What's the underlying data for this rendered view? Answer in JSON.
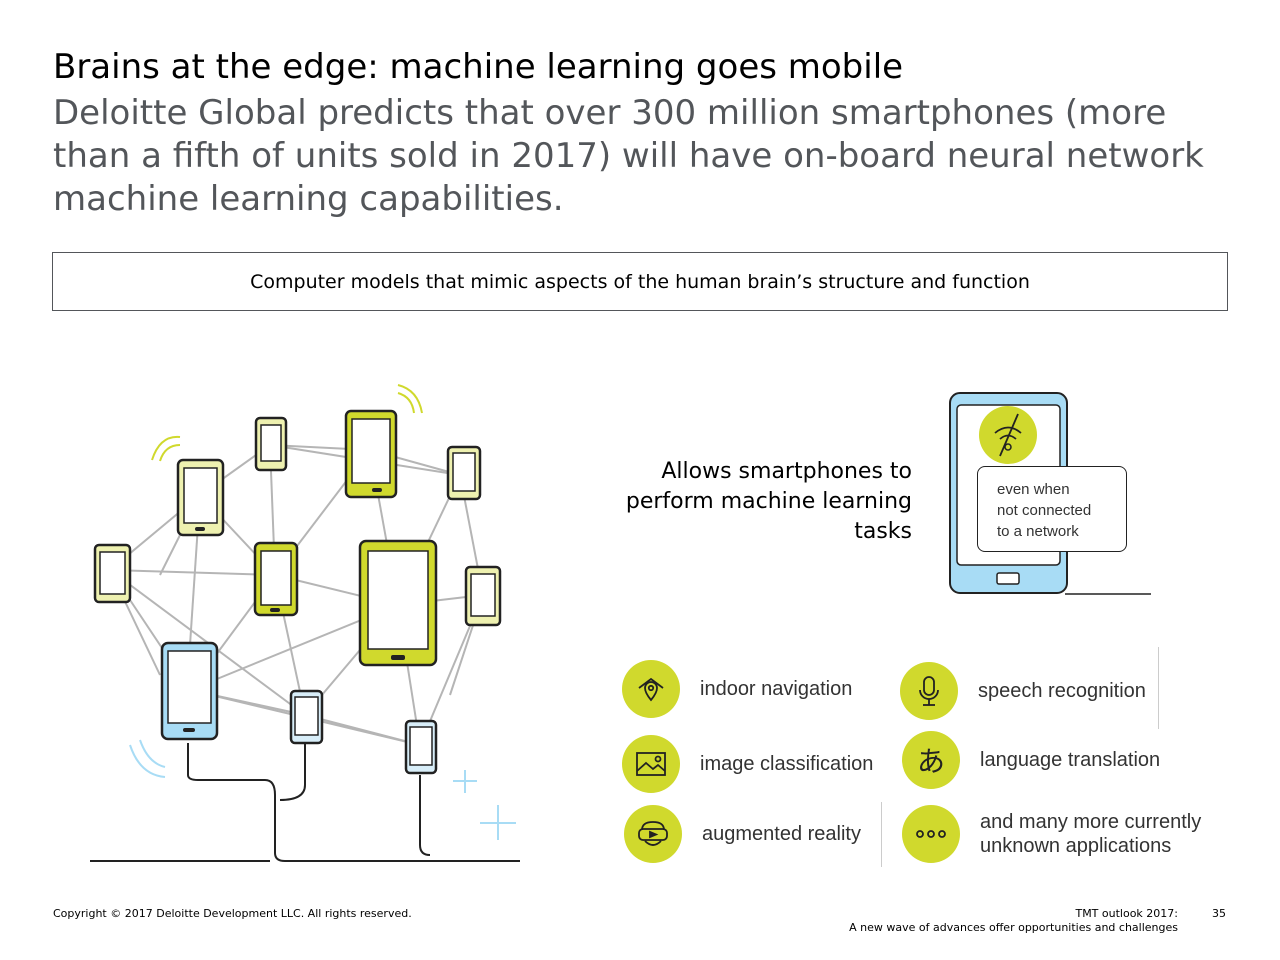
{
  "header": {
    "title": "Brains at the edge: machine learning goes mobile",
    "subtitle": "Deloitte Global predicts that over 300 million smartphones (more than a fifth of units sold in 2017) will have on-board neural network machine learning capabilities."
  },
  "definition": "Computer models that mimic aspects of the human brain’s structure and function",
  "allows": "Allows smartphones to perform machine learning tasks",
  "phone_bubble": {
    "line1": "even when",
    "line2": "not connected",
    "line3": "to a network"
  },
  "applications": [
    {
      "label": "indoor navigation",
      "icon": "location-pin-icon"
    },
    {
      "label": "speech recognition",
      "icon": "microphone-icon"
    },
    {
      "label": "image classification",
      "icon": "image-icon"
    },
    {
      "label": "language translation",
      "icon": "hiragana-a-icon",
      "glyph": "あ"
    },
    {
      "label": "augmented reality",
      "icon": "vr-headset-icon"
    },
    {
      "label": "and many more currently unknown applications",
      "icon": "ellipsis-icon"
    }
  ],
  "footer": {
    "copyright": "Copyright © 2017 Deloitte Development LLC. All rights reserved.",
    "report": "TMT outlook 2017:",
    "report_sub": "A new wave of advances offer opportunities and challenges",
    "page": "35"
  },
  "colors": {
    "accent_yellow": "#d0d92d",
    "accent_blue": "#a8dcf5",
    "subtitle_gray": "#53565a"
  }
}
